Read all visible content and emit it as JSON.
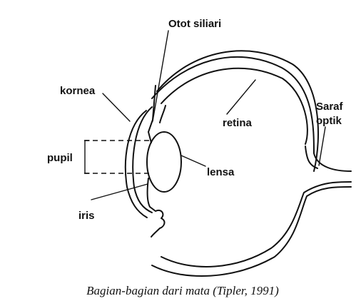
{
  "labels": {
    "otot_siliari": "Otot siliari",
    "kornea": "kornea",
    "retina": "retina",
    "saraf_line1": "Saraf",
    "saraf_line2": "optik",
    "pupil": "pupil",
    "lensa": "lensa",
    "iris": "iris"
  },
  "caption": "Bagian-bagian dari mata (Tipler, 1991)"
}
